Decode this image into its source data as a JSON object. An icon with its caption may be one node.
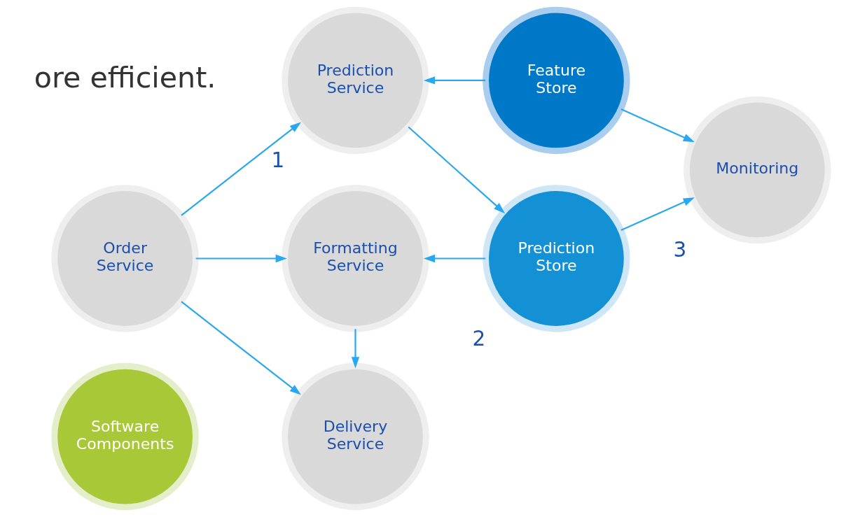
{
  "diagram": {
    "nodes": [
      {
        "text": [
          "Software Components"
        ]
      },
      {
        "text": [
          "Prediction Service"
        ],
        "beside": [
          "1"
        ]
      },
      {
        "text": [
          "Feature Store"
        ]
      },
      {
        "text": [
          "Order Service"
        ]
      },
      {
        "text": [
          "Formatting Service"
        ]
      },
      {
        "text": [
          "Prediction Store"
        ],
        "beside": [
          "2"
        ]
      },
      {
        "text": [
          "Monitoring"
        ],
        "beside": [
          "3"
        ]
      },
      {
        "text": [
          "Delivery Service"
        ]
      }
    ],
    "edges": [
      {
        "from": 3,
        "to": 1,
        "arrow": "to"
      },
      {
        "from": 2,
        "to": 1,
        "arrow": "to"
      },
      {
        "from": 2,
        "to": 6,
        "arrow": "to"
      },
      {
        "from": 1,
        "to": 5,
        "arrow": "to"
      },
      {
        "from": 3,
        "to": 4,
        "arrow": "to"
      },
      {
        "from": 5,
        "to": 4,
        "arrow": "to"
      },
      {
        "from": 5,
        "to": 6,
        "arrow": "to"
      },
      {
        "from": 4,
        "to": 7,
        "arrow": "to"
      },
      {
        "from": 3,
        "to": 7,
        "arrow": "to"
      }
    ],
    "labels": [
      "ore efficient."
    ]
  }
}
